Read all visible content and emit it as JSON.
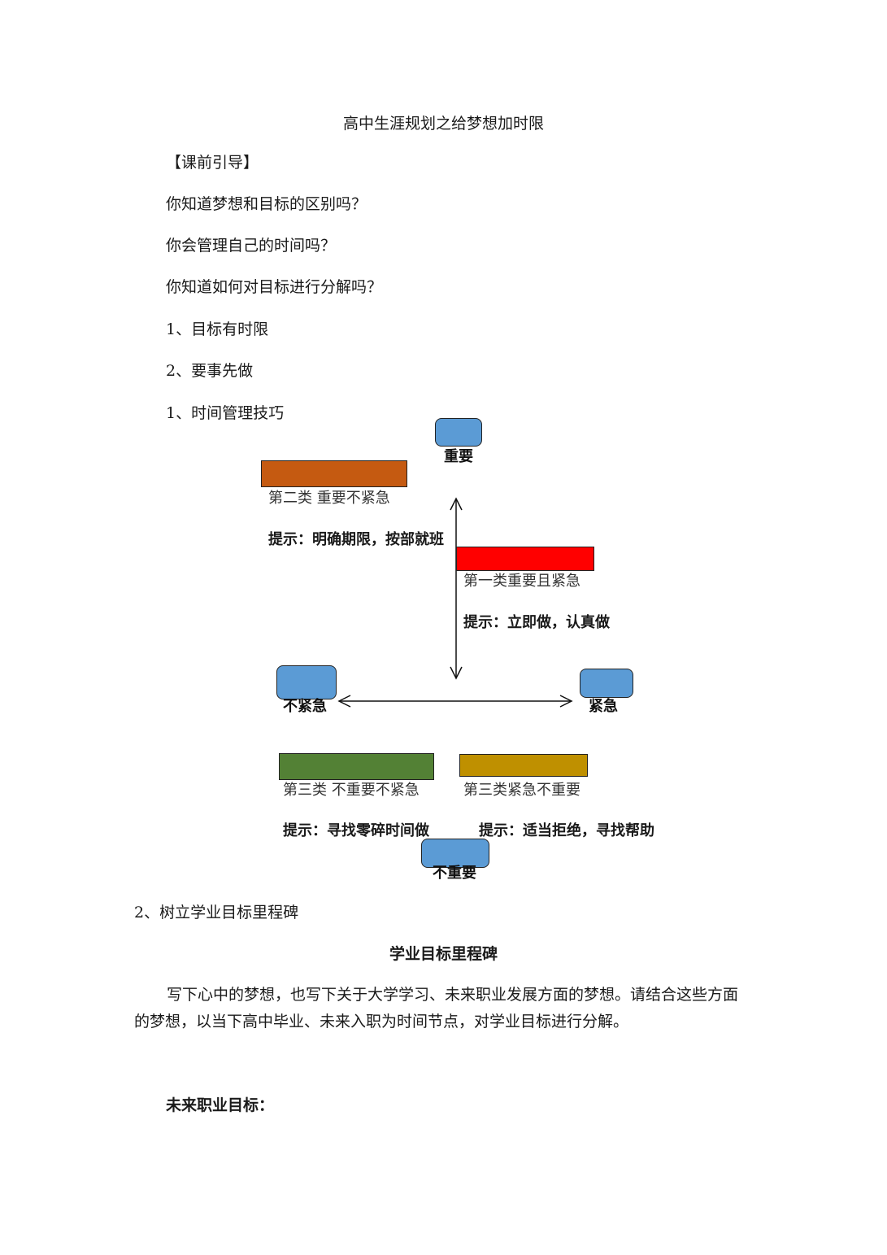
{
  "doc": {
    "title": "高中生涯规划之给梦想加时限",
    "section_intro": "【课前引导】",
    "questions": [
      "你知道梦想和目标的区别吗？",
      "你会管理自己的时间吗？",
      "你知道如何对目标进行分解吗？"
    ],
    "points": [
      "1、目标有时限",
      "2、要事先做",
      "1、时间管理技巧"
    ],
    "section2": "2、树立学业目标里程碑",
    "subtitle": "学业目标里程碑",
    "paragraph": "写下心中的梦想，也写下关于大学学习、未来职业发展方面的梦想。请结合这些方面的梦想，以当下高中毕业、未来入职为时间节点，对学业目标进行分解。",
    "future_goal": "未来职业目标："
  },
  "matrix": {
    "axis_labels": {
      "top": "重要",
      "bottom": "不重要",
      "left": "不紧急",
      "right": "紧急"
    },
    "quadrants": {
      "q2": {
        "label": "第二类  重要不紧急",
        "hint": "提示：明确期限，按部就班",
        "color": "#c55a11"
      },
      "q1": {
        "label": "第一类重要且紧急",
        "hint": "提示：立即做，认真做",
        "color": "#ff0000"
      },
      "q3": {
        "label": "第三类  不重要不紧急",
        "hint": "提示：寻找零碎时间做",
        "color": "#538135"
      },
      "q4": {
        "label": "第三类紧急不重要",
        "hint": "提示：适当拒绝，寻找帮助",
        "color": "#bf9000"
      }
    },
    "pill_color": "#5b9bd5"
  }
}
